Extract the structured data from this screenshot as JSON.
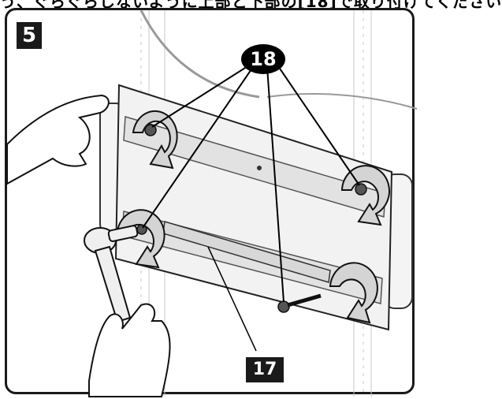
{
  "header": {
    "partial_text": "う、ぐらぐらしないように上部と下部の[18]で取り付けてください"
  },
  "step": {
    "number": "5"
  },
  "callouts": {
    "screws": "18",
    "bracket": "17"
  },
  "icons": {
    "rotation": "clockwise-rotation-arrow-icon"
  }
}
